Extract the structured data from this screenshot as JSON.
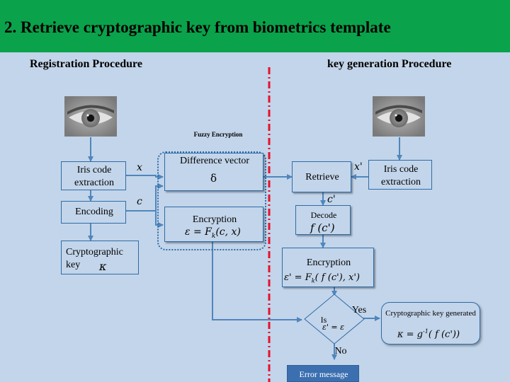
{
  "header": {
    "title": "2. Retrieve cryptographic key from biometrics template"
  },
  "left": {
    "title": "Registration Procedure",
    "iris_code": "Iris  code extraction",
    "encoding": "Encoding",
    "crypto_key": "Cryptographic key",
    "crypto_key_symbol": "κ"
  },
  "right": {
    "title": "key generation Procedure",
    "iris_code": "Iris  code extraction",
    "retrieve": "Retrieve",
    "decode": "Decode",
    "decode_formula": "f (c')",
    "encryption": "Encryption",
    "encryption_formula": "ε' = F",
    "encryption_formula_sub": "k",
    "encryption_formula_tail": "( f (c'), x')",
    "is_label": "Is",
    "is_formula": "ε' = ε",
    "yes": "Yes",
    "no": "No",
    "error": "Error message",
    "generated": "Cryptographic key generated",
    "generated_formula": "κ = g",
    "generated_formula_sup": "-1",
    "generated_formula_tail": "( f (c'))"
  },
  "fuzzy": {
    "title": "Fuzzy Encryption",
    "diff_vector": "Difference vector",
    "delta": "δ",
    "encryption": "Encryption",
    "enc_formula": "ε = F",
    "enc_formula_sub": "k",
    "enc_formula_tail": "(c, x)"
  },
  "symbols": {
    "x": "x",
    "c": "c",
    "x_prime": "x'",
    "c_prime": "c'"
  },
  "colors": {
    "header": "#0aa24b",
    "background": "#c3d5ea",
    "border": "#2e6ca8",
    "arrow": "#4f86bd",
    "divider": "#e8102a",
    "error_box": "#3b6fb0"
  }
}
